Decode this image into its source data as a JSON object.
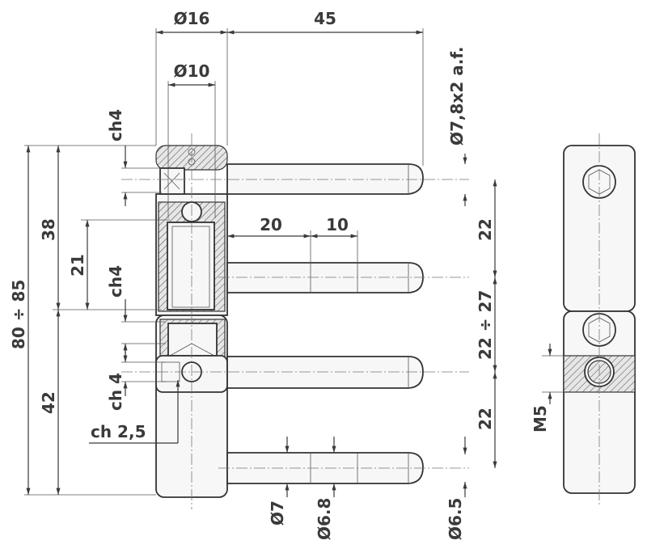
{
  "dimensions": {
    "d16": "Ø16",
    "d45": "45",
    "d10": "Ø10",
    "d_af": "Ø7,8x2 a.f.",
    "ch4_top": "ch4",
    "h38": "38",
    "h21": "21",
    "ch4_mid": "ch4",
    "h80_85": "80 ÷ 85",
    "h42": "42",
    "ch4_low": "ch 4",
    "ch2_5": "ch 2,5",
    "w20": "20",
    "w10": "10",
    "r22_top": "22",
    "r22_27": "22 ÷ 27",
    "r22_bot": "22",
    "d7": "Ø7",
    "d6_8": "Ø6.8",
    "d6_5": "Ø6.5",
    "m5": "M5"
  }
}
